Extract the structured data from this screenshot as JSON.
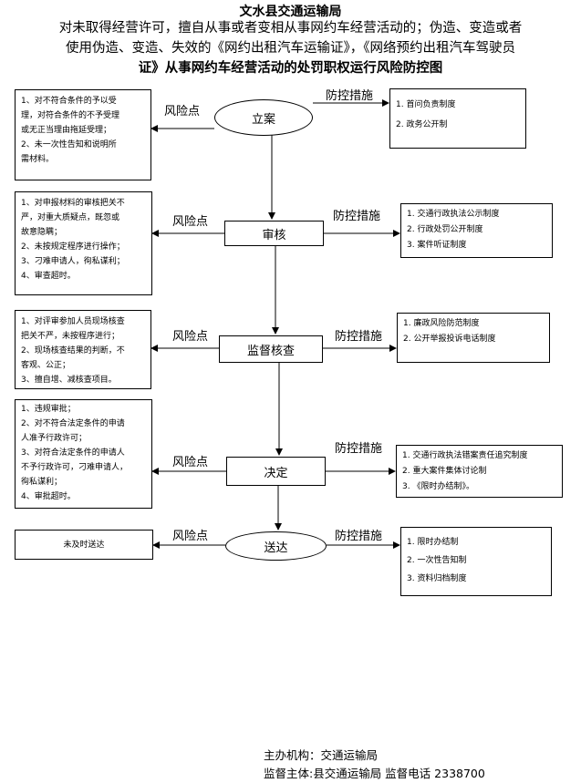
{
  "title": "文水县交通运输局",
  "subtitle_lines": [
    "对未取得经营许可，擅自从事或者变相从事网约车经营活动的；伪造、变造或者",
    "使用伪造、变造、失效的《网约出租汽车运输证》，《网络预约出租汽车驾驶员",
    "证》从事网约车经营活动的处罚职权运行风险防控图"
  ],
  "risk_label": "风险点",
  "measure_label": "防控措施",
  "steps": [
    {
      "name": "立案",
      "risks": [
        "1、对不符合条件的予以受",
        "理，对符合条件的不予受理",
        "或无正当理由拖延受理；",
        "2、未一次性告知和说明所",
        "需材料。"
      ],
      "measures": [
        "1. 首问负责制度",
        "2. 政务公开制"
      ]
    },
    {
      "name": "审核",
      "risks": [
        "1、对申报材料的审核把关不",
        "严，对重大质疑点，既忽或",
        "故意隐瞒；",
        "2、未按规定程序进行操作；",
        "3、刁难申请人，徇私谋利；",
        "4、审查超时。"
      ],
      "measures": [
        "1. 交通行政执法公示制度",
        "2. 行政处罚公开制度",
        "3. 案件听证制度"
      ]
    },
    {
      "name": "监督核查",
      "risks": [
        "1、对评审参加人员现场核查",
        "把关不严，未按程序进行；",
        "2、现场核查结果的判断，不",
        "客观、公正；",
        "3、擅自增、减核查项目。"
      ],
      "measures": [
        "1. 廉政风险防范制度",
        "2. 公开举报投诉电话制度"
      ]
    },
    {
      "name": "决定",
      "risks": [
        "1、违规审批；",
        "2、对不符合法定条件的申请",
        "人准予行政许可；",
        "3、对符合法定条件的申请人",
        "不予行政许可，刁难申请人，",
        "徇私谋利；",
        "4、审批超时。"
      ],
      "measures": [
        "1. 交通行政执法错案责任追究制度",
        "2. 重大案件集体讨论制",
        "3. 《限时办结制》。"
      ]
    },
    {
      "name": "送达",
      "risks": [
        "未及时送达"
      ],
      "measures": [
        "1. 限时办结制",
        "2. 一次性告知制",
        "3. 资料归档制度"
      ]
    }
  ],
  "footer": {
    "organizer": "主办机构：交通运输局",
    "supervisor": "监督主体:县交通运输局    监督电话  2338700"
  }
}
